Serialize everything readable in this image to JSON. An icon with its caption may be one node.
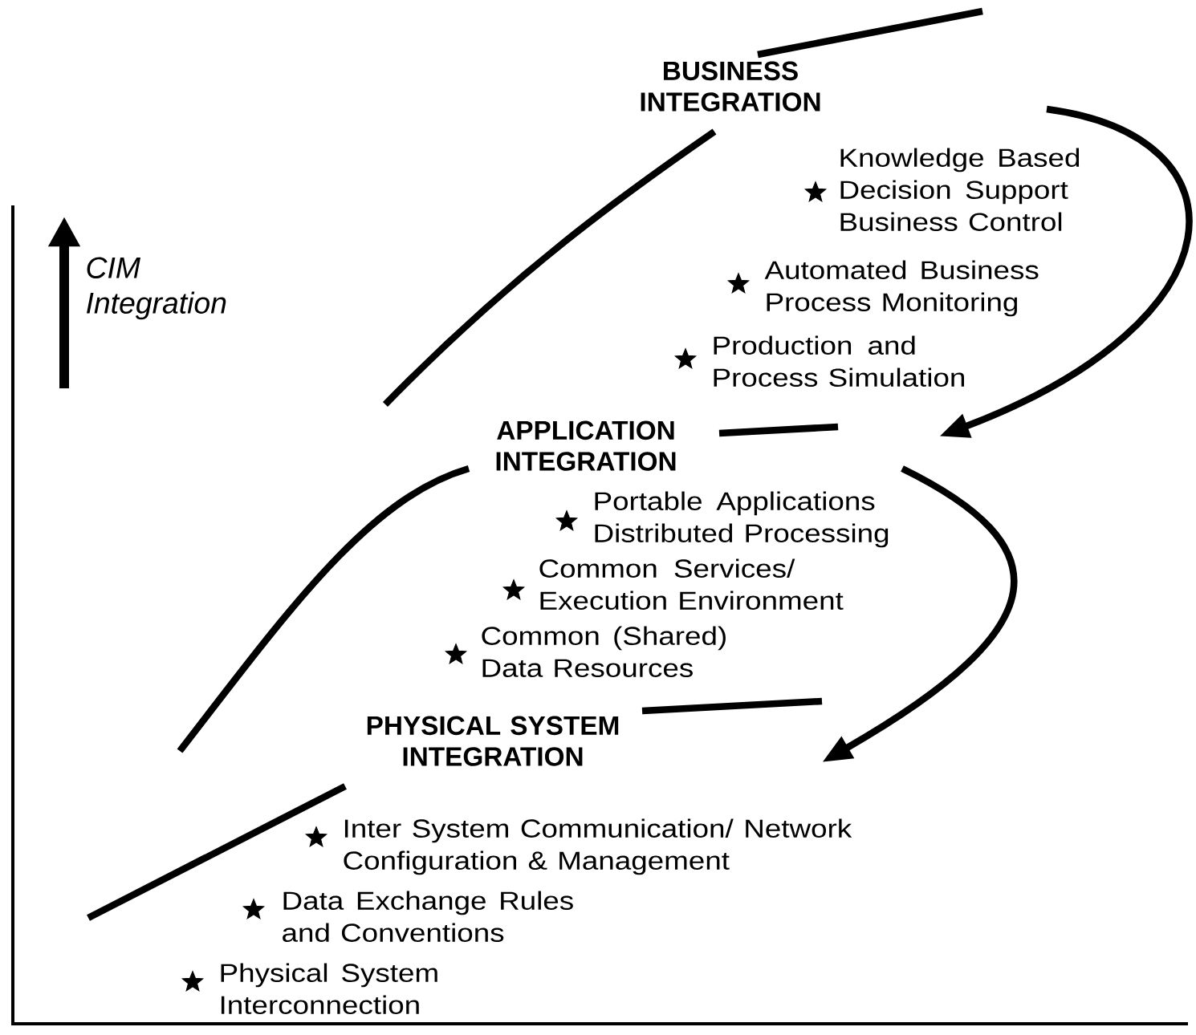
{
  "diagram": {
    "labels": [
      "CIM Integration",
      "BUSINESS INTEGRATION",
      "Knowledge Based Decision Support Business Control",
      "Automated Business Process Monitoring",
      "Production and Process Simulation",
      "APPLICATION INTEGRATION",
      "Portable Applications Distributed Processing",
      "Common Services/ Execution Environment",
      "Common (Shared) Data Resources",
      "PHYSICAL SYSTEM INTEGRATION",
      "Inter System Communication/ Network Configuration & Management",
      "Data Exchange Rules and Conventions",
      "Physical System Interconnection"
    ]
  }
}
